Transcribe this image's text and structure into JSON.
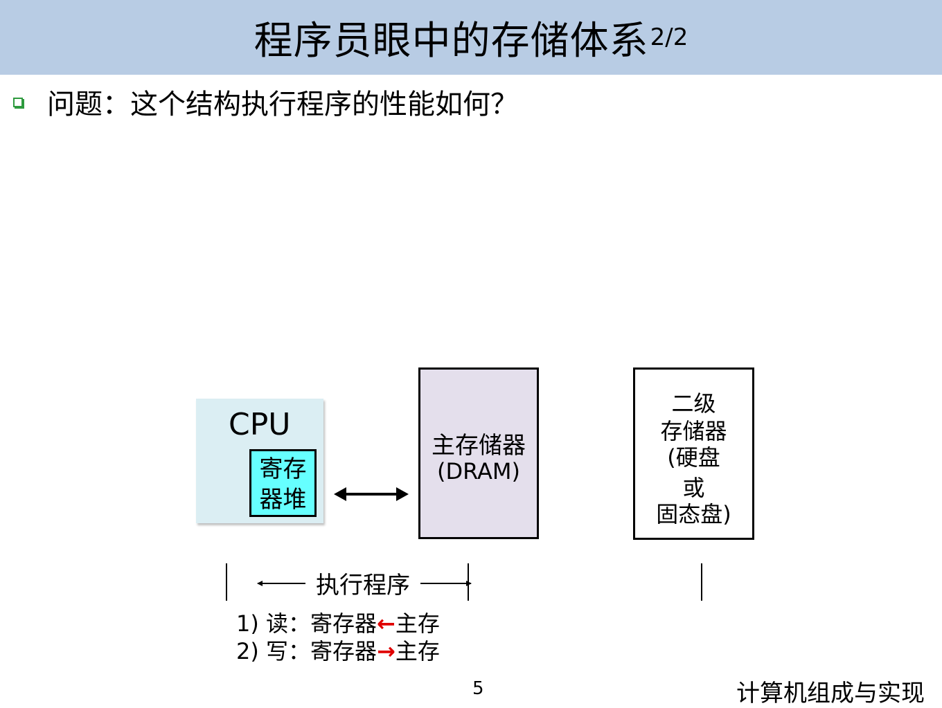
{
  "slide": {
    "title": "程序员眼中的存储体系",
    "title_sup": "2/2",
    "bullet": "问题：这个结构执行程序的性能如何？",
    "cpu_label": "CPU",
    "regfile_line1": "寄存",
    "regfile_line2": "器堆",
    "dram_line1": "主存储器",
    "dram_line2": "(DRAM)",
    "disk_lines": [
      "二级",
      "存储器",
      "(硬盘",
      "或",
      "固态盘)"
    ],
    "exec_label": "执行程序",
    "step1_prefix": "1) 读：寄存器",
    "step1_arrow": "←",
    "step1_suffix": "主存",
    "step2_prefix": "2) 写：寄存器",
    "step2_arrow": "→",
    "step2_suffix": "主存",
    "page_number": "5",
    "footer": "计算机组成与实现"
  },
  "colors": {
    "title_bar": "#b8cce4",
    "cpu_box": "#dbeef3",
    "regfile": "#66ffff",
    "dram_box": "#e4dfec",
    "bullet": "#2e9a3e",
    "accent_arrow": "#e00000"
  }
}
